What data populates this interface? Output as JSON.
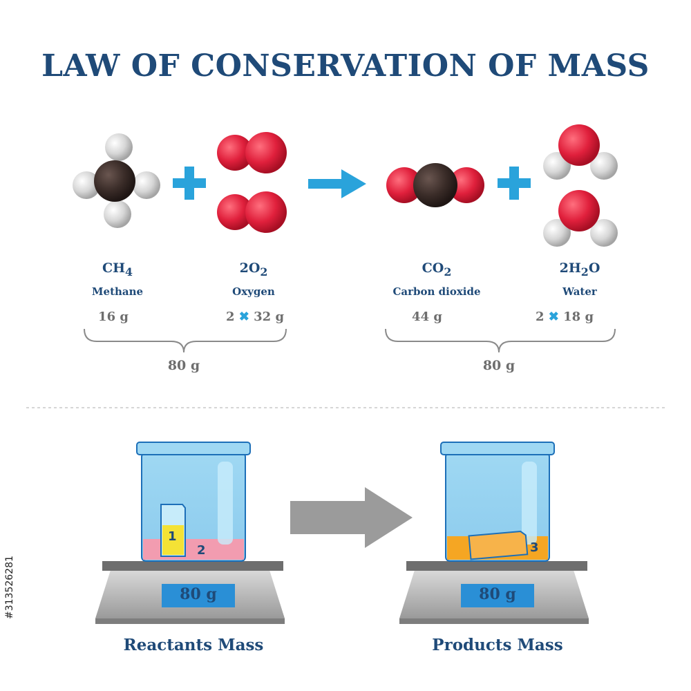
{
  "title": "LAW OF CONSERVATION OF MASS",
  "reactants": [
    {
      "formula_main": "CH",
      "formula_sub": "4",
      "name": "Methane",
      "mass": "16 g"
    },
    {
      "formula_pre": "2O",
      "formula_sub": "2",
      "name": "Oxygen",
      "mass_count": "2",
      "mass_times": "✖",
      "mass_value": "32 g"
    }
  ],
  "products": [
    {
      "formula_main": "CO",
      "formula_sub": "2",
      "name": "Carbon dioxide",
      "mass": "44 g"
    },
    {
      "formula_pre": "2H",
      "formula_sub": "2",
      "formula_post": "O",
      "name": "Water",
      "mass_count": "2",
      "mass_times": "✖",
      "mass_value": "18 g"
    }
  ],
  "reactants_total": "80 g",
  "products_total": "80 g",
  "scales": {
    "left": {
      "readout": "80 g",
      "caption": "Reactants Mass",
      "badge_1": "1",
      "badge_2": "2"
    },
    "right": {
      "readout": "80 g",
      "caption": "Products Mass",
      "badge_3": "3"
    }
  },
  "stock_id": "#313526281",
  "colors": {
    "title": "#1f4a78",
    "plus": "#2aa3db",
    "oxygen": "#e0203c",
    "carbon": "#3a2c28",
    "hydrogen": "#cfcfcf",
    "beaker_glass": "#a6dcf5",
    "liquid_reactant": "#f29cb0",
    "liquid_product": "#f5a623"
  }
}
